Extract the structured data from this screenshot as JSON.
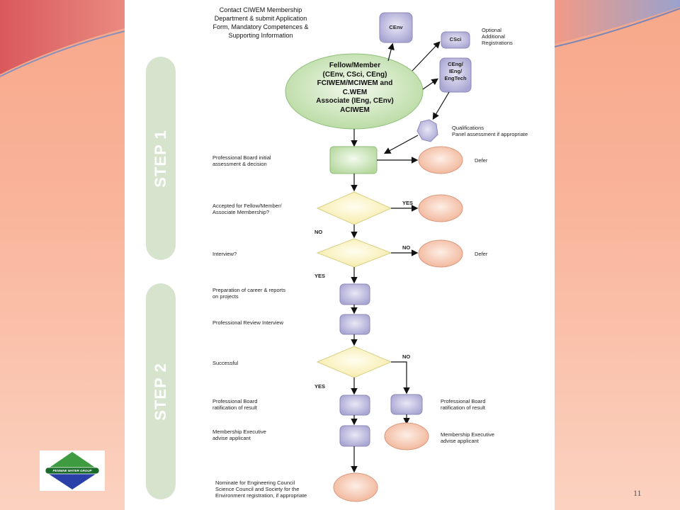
{
  "theme": {
    "page_bg": "#ffffff",
    "step_bar": "#d7e4cd",
    "green_node": "#c9e3b8",
    "purple_node": "#b7b5d9",
    "pink_node": "#f5c6ae",
    "yellow_node": "#faf3c0"
  },
  "diagram": {
    "contact_text": "Contact CIWEM Membership\nDepartment & submit Application\nForm, Mandatory Competences &\nSupporting Information",
    "grades_text": "Fellow/Member\n(CEnv, CSci, CEng)\nFCIWEM/MCIWEM and\nC.WEM\nAssociate (IEng, CEnv)\nACIWEM",
    "cenv": "CEnv",
    "csci": "CSci",
    "ceng": "CEng/\nIEng/\nEngTech",
    "optional": "Optional\nAdditional\nRegistrations",
    "qualifications": "Qualifications\nPanel assessment if appropriate",
    "step1": "STEP 1",
    "step2": "STEP 2",
    "initial_assessment": "Professional Board initial\nassessment & decision",
    "defer1": "Defer",
    "accepted": "Accepted for Fellow/Member/\nAssociate Membership?",
    "yes1": "YES",
    "no1": "NO",
    "interview": "Interview?",
    "no2": "NO",
    "defer2": "Defer",
    "yes2": "YES",
    "preparation": "Preparation of career & reports\non projects",
    "review": "Professional Review Interview",
    "successful": "Successful",
    "no3": "NO",
    "yes3": "YES",
    "ratification_left": "Professional Board\nratification of result",
    "ratification_right": "Professional Board\nratification of result",
    "advise_left": "Membership Executive\nadvise applicant",
    "advise_right": "Membership Executive\nadvise applicant",
    "nominate": "Nominate for Engineering Council\nScience Council and Society for the\nEnvironment registration, if appropriate"
  },
  "logo": {
    "text": "PENNINE WATER GROUP"
  },
  "slide": {
    "page_number": "11"
  }
}
